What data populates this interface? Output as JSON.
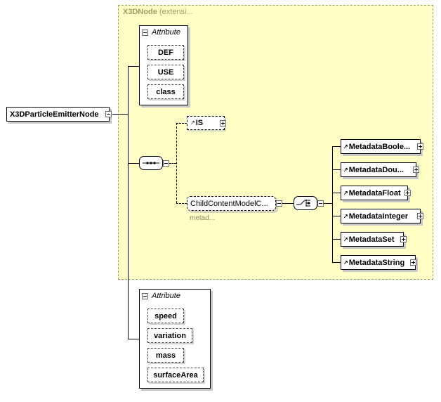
{
  "extension": {
    "name": "X3DNode",
    "suffix": " (extensi..."
  },
  "root": {
    "label": "X3DParticleEmitterNode"
  },
  "inherited_attributes": {
    "header": "Attribute",
    "items": [
      "DEF",
      "USE",
      "class"
    ]
  },
  "is_element": {
    "label": "IS"
  },
  "child_group": {
    "label": "ChildContentModelC...",
    "annotation": "metad..."
  },
  "choice_items": [
    "MetadataBoole...",
    "MetadataDou...",
    "MetadataFloat",
    "MetadataInteger",
    "MetadataSet",
    "MetadataString"
  ],
  "own_attributes": {
    "header": "Attribute",
    "items": [
      "speed",
      "variation",
      "mass",
      "surfaceArea"
    ]
  }
}
